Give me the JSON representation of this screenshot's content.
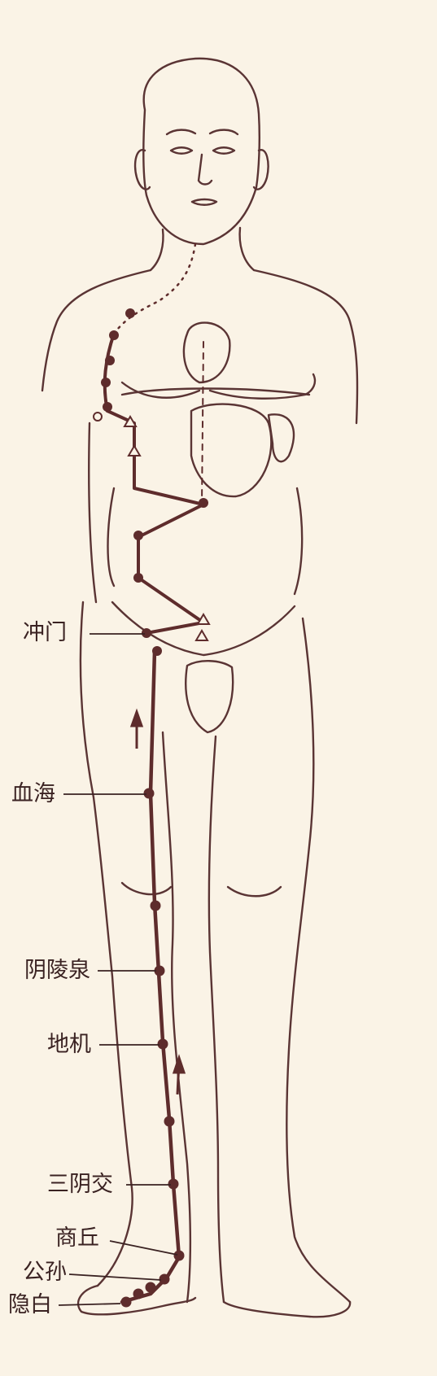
{
  "colors": {
    "background": "#faf3e6",
    "outline": "#5a3434",
    "meridian": "#5e2c2c",
    "label_text": "#3a2222"
  },
  "acupoint_labels": {
    "chongmen": "冲门",
    "xuehai": "血海",
    "yinlingquan": "阴陵泉",
    "diji": "地机",
    "sanyinjiao": "三阴交",
    "shangqiu": "商丘",
    "gongsun": "公孙",
    "yinbai": "隐白"
  }
}
